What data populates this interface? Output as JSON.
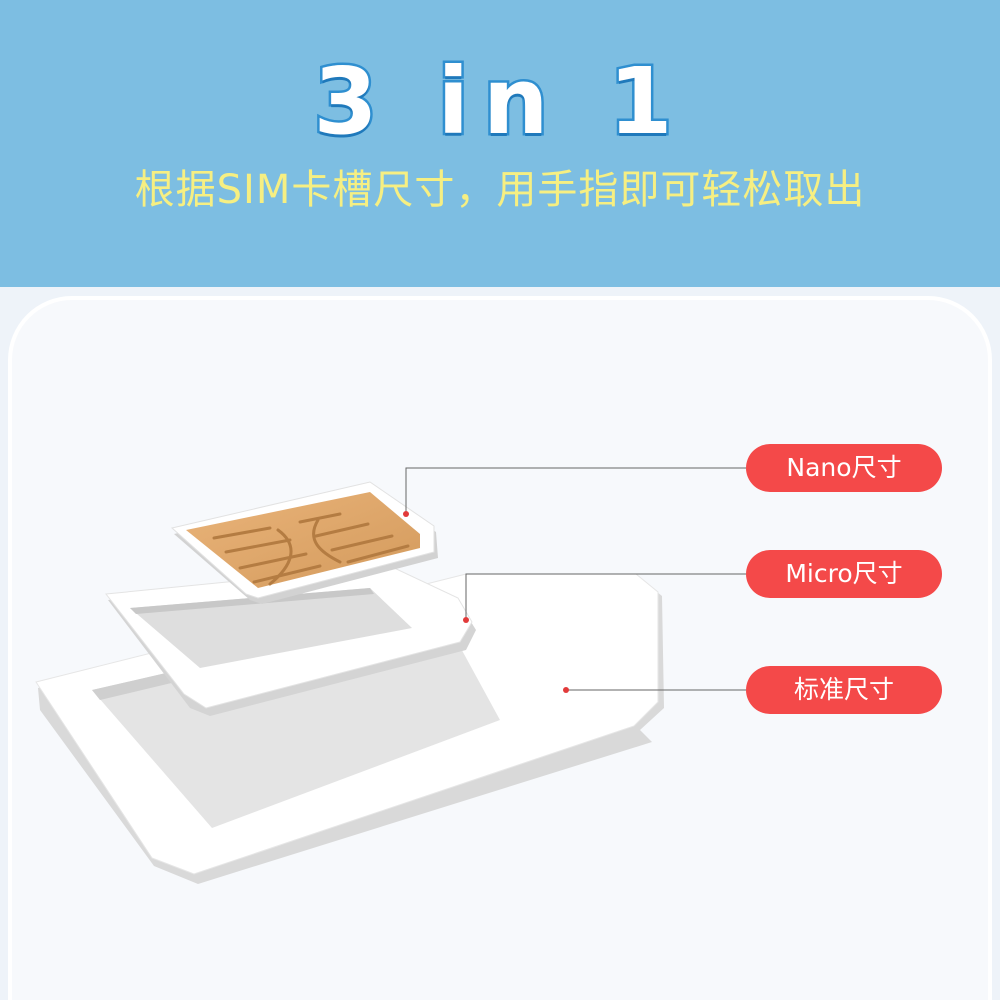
{
  "header": {
    "title": "3 in 1",
    "subtitle": "根据SIM卡槽尺寸，用手指即可轻松取出"
  },
  "labels": {
    "nano": "Nano尺寸",
    "micro": "Micro尺寸",
    "standard": "标准尺寸"
  },
  "colors": {
    "header_bg": "#7dbee2",
    "title_stroke": "#2f8fd0",
    "subtitle": "#f6ef82",
    "label_bg": "#f44949",
    "chip_gold": "#e0a86b"
  },
  "icons": [
    "standard-sim-adapter-icon",
    "micro-sim-adapter-icon",
    "nano-sim-card-icon",
    "sim-chip-icon"
  ]
}
